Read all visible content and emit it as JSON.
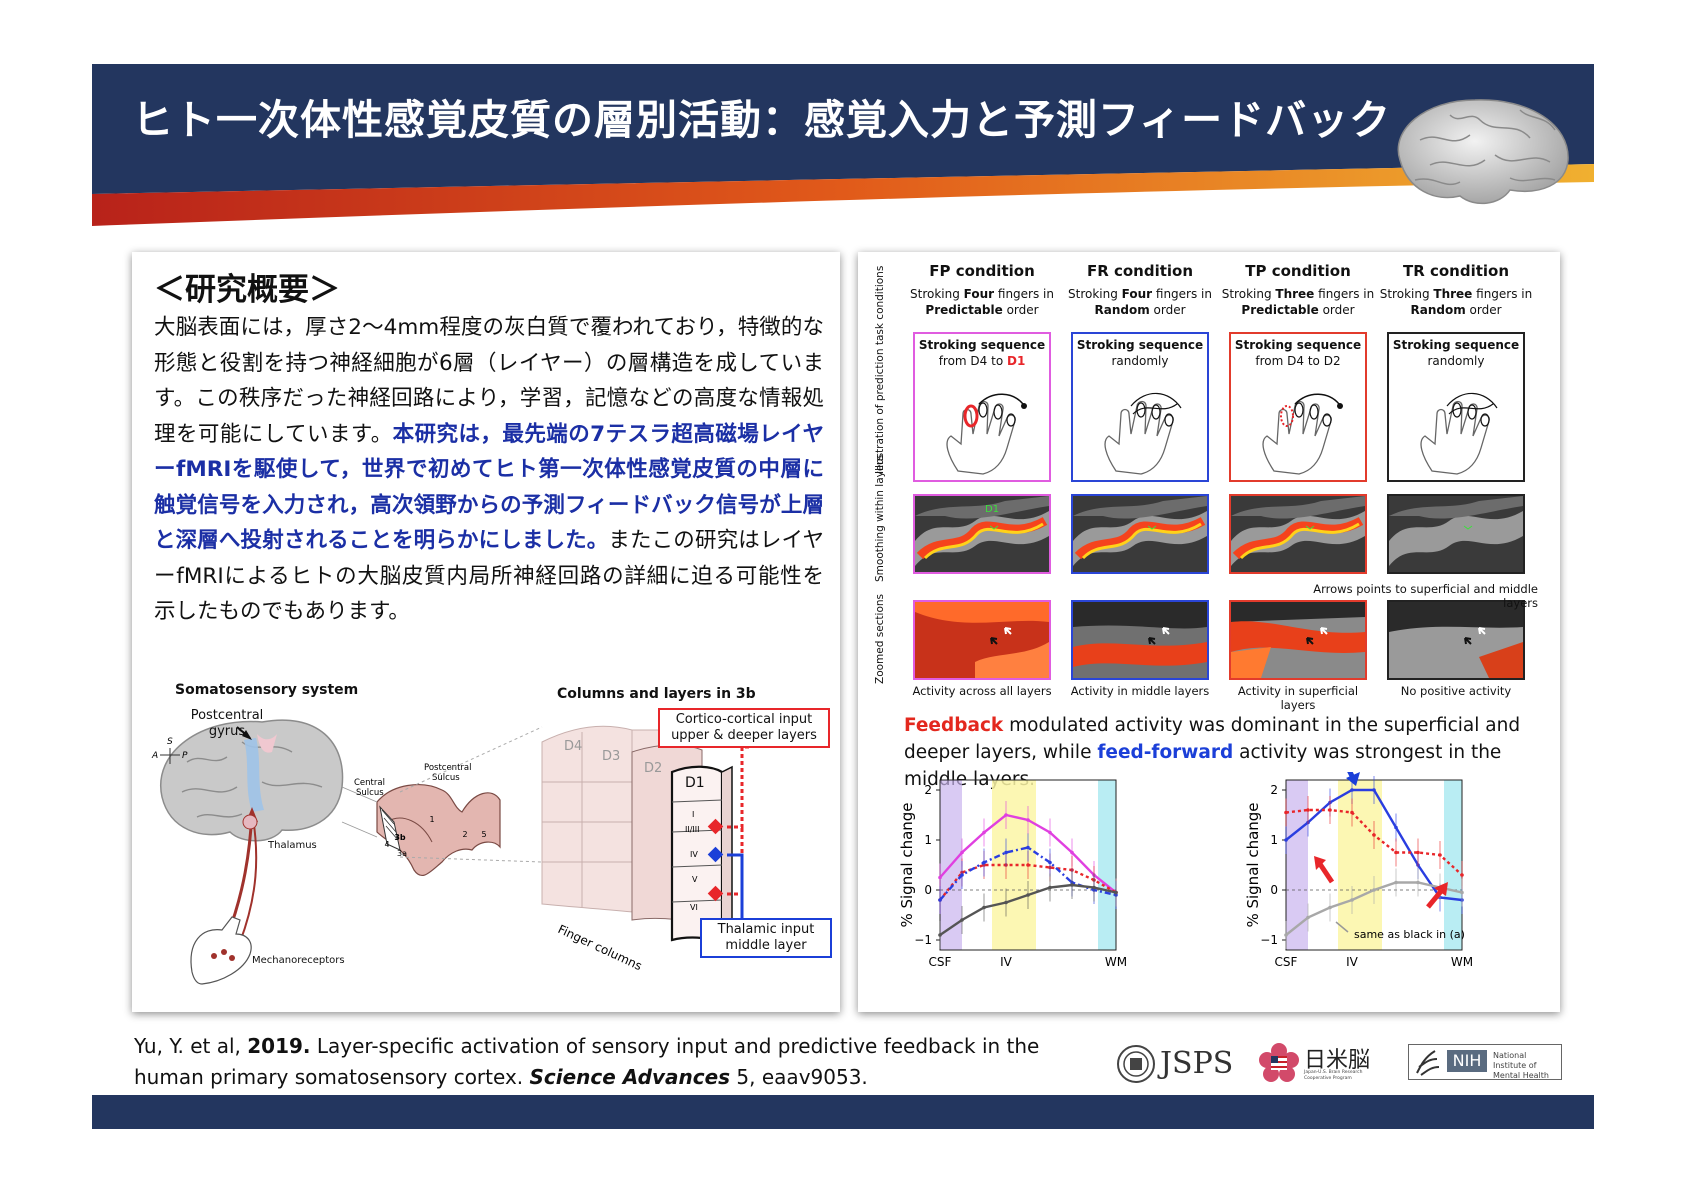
{
  "header": {
    "title": "ヒト一次体性感覚皮質の層別活動：感覚入力と予測フィードバック"
  },
  "overview": {
    "heading": "＜研究概要＞",
    "body_1": "大脳表面には，厚さ2～4mm程度の灰白質で覆われており，特徴的な形態と役割を持つ神経細胞が6層（レイヤー）の層構造を成しています。この秩序だった神経回路により，学習，記憶などの高度な情報処理を可能にしています。",
    "body_highlight": "本研究は，最先端の7テスラ超高磁場レイヤーfMRIを駆使して，世界で初めてヒト第一次体性感覚皮質の中層に触覚信号を入力され，高次領野からの予測フィードバック信号が上層と深層へ投射されることを明らかにしました。",
    "body_2": "またこの研究はレイヤーfMRIによるヒトの大脳皮質内局所神経回路の詳細に迫る可能性を示したものでもあります。"
  },
  "somato_figure": {
    "left_title": "Somatosensory system",
    "postcentral_gyrus": "Postcentral gyrus",
    "orientation": {
      "s": "S",
      "a": "A",
      "p": "P"
    },
    "central_sulcus": "Central Sulcus",
    "postcentral_sulcus": "Postcentral Sulcus",
    "thalamus": "Thalamus",
    "mechanoreceptors": "Mechanoreceptors",
    "areas": [
      "1",
      "2",
      "3b",
      "3a",
      "4",
      "5"
    ],
    "right_title": "Columns and layers in 3b",
    "digits": [
      "D4",
      "D3",
      "D2",
      "D1"
    ],
    "layers": [
      "I",
      "II/III",
      "IV",
      "V",
      "VI"
    ],
    "finger_columns": "Finger columns",
    "cortico_label": "Cortico-cortical input upper & deeper layers",
    "thalamic_label": "Thalamic input middle layer"
  },
  "conditions": [
    {
      "title": "FP condition",
      "desc_pre": "Stroking ",
      "desc_bold": "Four",
      "desc_mid": " fingers in ",
      "desc_bold2": "Predictable",
      "desc_post": " order",
      "seq_title": "Stroking sequence",
      "seq_desc": "from D4 to ",
      "seq_desc_red": "D1",
      "activity": "Activity across all layers",
      "border": "#e05ce0"
    },
    {
      "title": "FR condition",
      "desc_pre": "Stroking ",
      "desc_bold": "Four",
      "desc_mid": " fingers in ",
      "desc_bold2": "Random",
      "desc_post": " order",
      "seq_title": "Stroking sequence",
      "seq_desc": "randomly",
      "seq_desc_red": "",
      "activity": "Activity in middle layers",
      "border": "#2a45d6"
    },
    {
      "title": "TP condition",
      "desc_pre": "Stroking ",
      "desc_bold": "Three",
      "desc_mid": " fingers in ",
      "desc_bold2": "Predictable",
      "desc_post": " order",
      "seq_title": "Stroking sequence",
      "seq_desc": "from D4 to D2",
      "seq_desc_red": "",
      "activity": "Activity in superficial layers",
      "border": "#e23b2c"
    },
    {
      "title": "TR condition",
      "desc_pre": "Stroking ",
      "desc_bold": "Three",
      "desc_mid": " fingers in ",
      "desc_bold2": "Random",
      "desc_post": " order",
      "seq_title": "Stroking sequence",
      "seq_desc": "randomly",
      "seq_desc_red": "",
      "activity": "No positive activity",
      "border": "#222222"
    }
  ],
  "row_labels": {
    "illustration": "Illustration of prediction task conditions",
    "smoothing": "Smoothing within layers",
    "zoomed": "Zoomed sections",
    "d1_label": "D1"
  },
  "arrows_note": "Arrows points to superficial and middle layers",
  "feedback_text": {
    "red": "Feedback",
    "part1": " modulated activity was dominant in the superficial and deeper layers, while ",
    "blue": "feed-forward",
    "part2": " activity was strongest in the middle layers."
  },
  "plots": {
    "ylabel": "% Signal change",
    "yticks": [
      "2",
      "1",
      "0",
      "−1"
    ],
    "xticks": [
      "CSF",
      "IV",
      "WM"
    ],
    "annotation": "same as black in (a)"
  },
  "chart_data": [
    {
      "type": "line",
      "ylabel": "% Signal change",
      "x": [
        "CSF",
        "",
        "",
        "IV",
        "",
        "",
        "",
        "",
        "WM"
      ],
      "ylim": [
        -1.2,
        2.2
      ],
      "series": [
        {
          "values": [
            0.25,
            0.75,
            1.15,
            1.5,
            1.4,
            1.15,
            0.75,
            0.3,
            -0.05
          ],
          "color": "#e040e0",
          "style": "solid"
        },
        {
          "values": [
            -0.2,
            0.35,
            0.5,
            0.5,
            0.5,
            0.45,
            0.4,
            0.2,
            -0.05
          ],
          "color": "#e8262a",
          "style": "dotted"
        },
        {
          "values": [
            -0.2,
            0.3,
            0.55,
            0.75,
            0.85,
            0.55,
            0.15,
            0.0,
            -0.1
          ],
          "color": "#2a3ee0",
          "style": "dashdot"
        },
        {
          "values": [
            -0.9,
            -0.6,
            -0.35,
            -0.25,
            -0.1,
            0.05,
            0.1,
            0.05,
            -0.05
          ],
          "color": "#555555",
          "style": "solid"
        }
      ]
    },
    {
      "type": "line",
      "ylabel": "% Signal change",
      "x": [
        "CSF",
        "",
        "",
        "IV",
        "",
        "",
        "",
        "",
        "WM"
      ],
      "ylim": [
        -1.2,
        2.2
      ],
      "series": [
        {
          "values": [
            1.0,
            1.35,
            1.75,
            2.0,
            2.0,
            1.25,
            0.5,
            -0.15,
            -0.2
          ],
          "color": "#2a3ee0",
          "style": "solid"
        },
        {
          "values": [
            1.55,
            1.6,
            1.6,
            1.55,
            1.1,
            0.75,
            0.75,
            0.7,
            0.3
          ],
          "color": "#e8262a",
          "style": "dotted"
        },
        {
          "values": [
            -0.9,
            -0.55,
            -0.35,
            -0.2,
            0.0,
            0.15,
            0.15,
            0.05,
            -0.05
          ],
          "color": "#a8a8a8",
          "style": "solid"
        }
      ]
    }
  ],
  "citation": {
    "authors": "Yu, Y. et al, ",
    "year": "2019.",
    "title": " Layer-specific activation of sensory input and predictive feedback in the human primary somatosensory cortex. ",
    "journal": "Science Advances",
    "volume": " 5, eaav9053."
  },
  "logos": {
    "jsps": "JSPS",
    "nichibei": "日米脳",
    "nichibei_sub": "Japan-U.S. Brain Research Cooperative Program",
    "nih": "NIH",
    "nimh": "National Institute of Mental Health"
  }
}
